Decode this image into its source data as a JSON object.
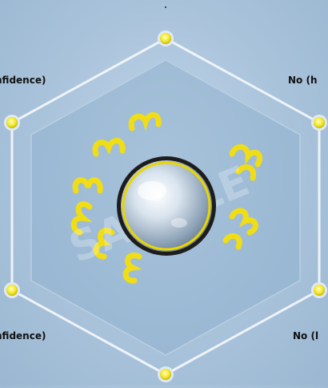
{
  "options": {
    "top_left": "nfidence)",
    "top_right": "No (h",
    "bottom_left": "nfidence)",
    "bottom_right": "No (l"
  },
  "watermark": "SAMPLE",
  "colors": {
    "background": "#aac4dc",
    "hexagon_outer": "#e6eef6",
    "hexagon_inner": "#8eb0cd",
    "node": "#f2ea3a",
    "squiggle": "#f4e21a",
    "orb_ring": "#1d1d1d",
    "orb_inner_ring": "#e8d600"
  },
  "icons": {
    "center": "crystal-ball-icon",
    "nodes": "connector-node-icon"
  }
}
